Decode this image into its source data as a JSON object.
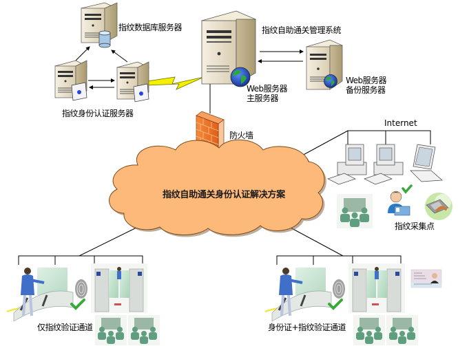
{
  "title": "指纹自助通关身份认证解决方案",
  "nodes": {
    "db_server": {
      "label": "指纹数据库服务器"
    },
    "auth_servers": {
      "label": "指纹身份认证服务器"
    },
    "mgmt_system": {
      "label": "指纹自助通关管理系统"
    },
    "web_main": {
      "label_line1": "Web服务器",
      "label_line2": "主服务器"
    },
    "web_backup": {
      "label_line1": "Web服务器",
      "label_line2": "备份服务器"
    },
    "firewall": {
      "label": "防火墙"
    },
    "internet": {
      "label": "Internet"
    },
    "collection_point": {
      "label": "指纹采集点"
    },
    "channel_fp_only": {
      "label": "仅指纹验证通道"
    },
    "channel_id_fp": {
      "label": "身份证+指纹验证通道"
    }
  },
  "colors": {
    "cloud_fill": "#fdb97a",
    "cloud_stroke": "#7a4a1a",
    "firewall": "#f07a2a",
    "server_body": "#ece3cf",
    "lightning": "#f4f000",
    "globe_blue": "#1f4fd0",
    "globe_green": "#2ea83a",
    "people_green": "#5f9f7f",
    "check_green": "#3aa83a"
  }
}
